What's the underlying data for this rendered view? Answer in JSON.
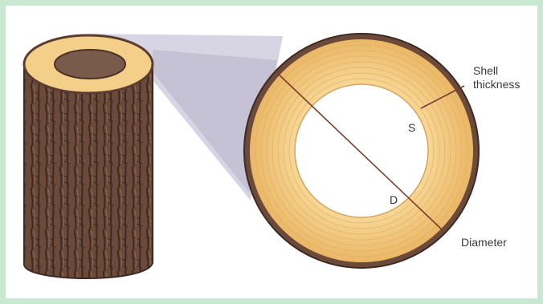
{
  "labels": {
    "shell_thickness_line1": "Shell",
    "shell_thickness_line2": "thickness",
    "diameter": "Diameter",
    "s_marker": "S",
    "d_marker": "D"
  },
  "colors": {
    "frame": "#c9e8d2",
    "bark": "#6b4a3a",
    "bark_dark": "#3e2a22",
    "wood": "#f4cf8a",
    "wood_ring": "#e8b86a",
    "hollow": "#ffffff",
    "zoom_cone": "#c9c6d9",
    "measure_line": "#7a3b2e"
  }
}
